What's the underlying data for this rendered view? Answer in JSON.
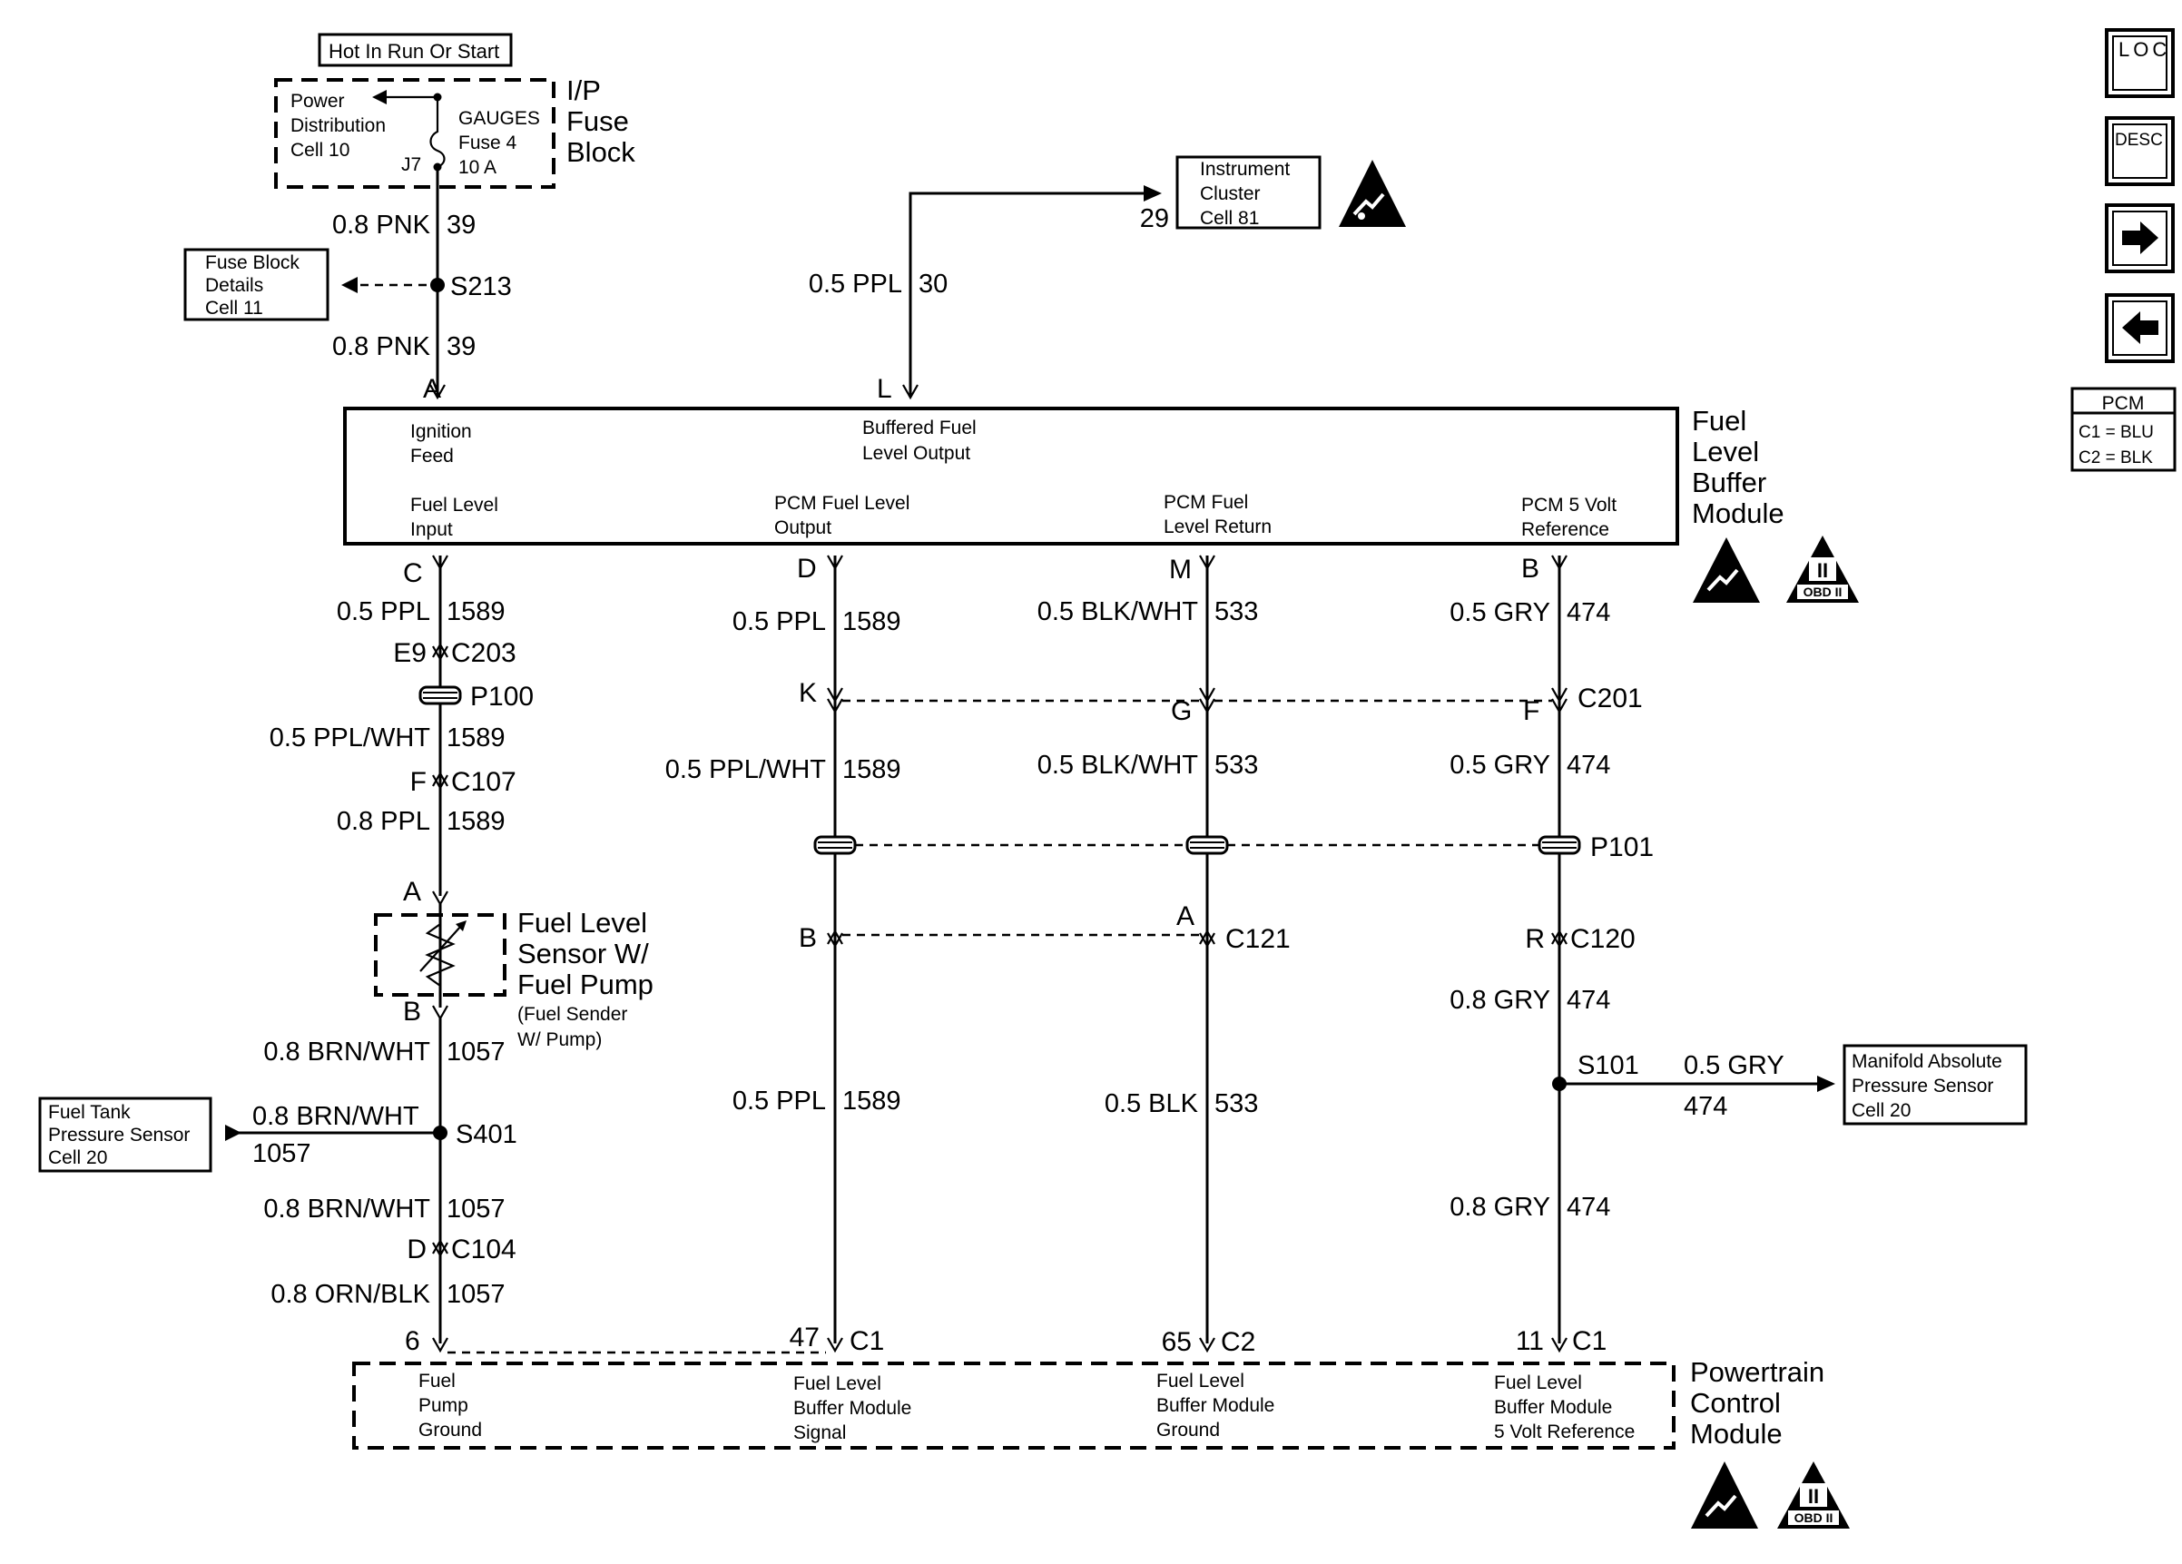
{
  "nav": {
    "loc_button": "LOC",
    "desc_button": "DESC",
    "pcm_legend": {
      "title": "PCM",
      "c1": "C1 = BLU",
      "c2": "C2 = BLK"
    }
  },
  "top": {
    "hot_label": "Hot In Run Or Start",
    "power_dist": [
      "Power",
      "Distribution",
      "Cell 10"
    ],
    "fuse": [
      "GAUGES",
      "Fuse 4",
      "10 A"
    ],
    "fuse_pin": "J7",
    "ip_fuse_block": [
      "I/P",
      "Fuse",
      "Block"
    ],
    "fuse_block_details": [
      "Fuse Block",
      "Details",
      "Cell 11"
    ],
    "splice_s213": "S213",
    "wire_a_top": {
      "gauge": "0.8 PNK",
      "circuit": "39"
    },
    "wire_a_bottom": {
      "gauge": "0.8 PNK",
      "circuit": "39"
    },
    "instrument_cluster": [
      "Instrument",
      "Cluster",
      "Cell 81"
    ],
    "ic_pin": "29",
    "wire_l": {
      "gauge": "0.5 PPL",
      "circuit": "30"
    }
  },
  "buffer_module": {
    "name": [
      "Fuel",
      "Level",
      "Buffer",
      "Module"
    ],
    "pins": {
      "a": "A",
      "l": "L",
      "c": "C",
      "d": "D",
      "m": "M",
      "b": "B"
    },
    "ignition_feed": [
      "Ignition",
      "Feed"
    ],
    "buffered_output": [
      "Buffered Fuel",
      "Level Output"
    ],
    "fuel_level_input": [
      "Fuel Level",
      "Input"
    ],
    "pcm_fuel_level_output": [
      "PCM Fuel Level",
      "Output"
    ],
    "pcm_fuel_level_return": [
      "PCM Fuel",
      "Level Return"
    ],
    "pcm_5v_ref": [
      "PCM 5 Volt",
      "Reference"
    ]
  },
  "col_c": {
    "w1": {
      "gauge": "0.5 PPL",
      "circuit": "1589"
    },
    "c203_pin": "E9",
    "c203": "C203",
    "p100": "P100",
    "w2": {
      "gauge": "0.5 PPL/WHT",
      "circuit": "1589"
    },
    "c107_pin": "F",
    "c107": "C107",
    "w3": {
      "gauge": "0.8 PPL",
      "circuit": "1589"
    },
    "sensor_pin_a": "A",
    "sensor_pin_b": "B",
    "sensor_name": [
      "Fuel Level",
      "Sensor W/",
      "Fuel Pump"
    ],
    "sensor_sub": [
      "(Fuel Sender",
      "W/ Pump)"
    ],
    "w4": {
      "gauge": "0.8 BRN/WHT",
      "circuit": "1057"
    },
    "tank_sensor": [
      "Fuel Tank",
      "Pressure Sensor",
      "Cell 20"
    ],
    "tank_wire": {
      "gauge": "0.8 BRN/WHT",
      "circuit": "1057"
    },
    "s401": "S401",
    "w5": {
      "gauge": "0.8 BRN/WHT",
      "circuit": "1057"
    },
    "c104_pin": "D",
    "c104": "C104",
    "w6": {
      "gauge": "0.8 ORN/BLK",
      "circuit": "1057"
    },
    "pcm_pin": "6"
  },
  "col_d": {
    "w1": {
      "gauge": "0.5 PPL",
      "circuit": "1589"
    },
    "c201_pin": "K",
    "w2": {
      "gauge": "0.5 PPL/WHT",
      "circuit": "1589"
    },
    "c121_pin": "B",
    "w3": {
      "gauge": "0.5 PPL",
      "circuit": "1589"
    },
    "pcm_pin": "47",
    "pcm_conn": "C1"
  },
  "col_m": {
    "w1": {
      "gauge": "0.5 BLK/WHT",
      "circuit": "533"
    },
    "c201_pin": "G",
    "w2": {
      "gauge": "0.5 BLK/WHT",
      "circuit": "533"
    },
    "c121_pin": "A",
    "c121": "C121",
    "w3": {
      "gauge": "0.5 BLK",
      "circuit": "533"
    },
    "pcm_pin": "65",
    "pcm_conn": "C2"
  },
  "col_b": {
    "w1": {
      "gauge": "0.5 GRY",
      "circuit": "474"
    },
    "c201_pin": "F",
    "c201": "C201",
    "w2": {
      "gauge": "0.5 GRY",
      "circuit": "474"
    },
    "p101": "P101",
    "c120_pin": "R",
    "c120": "C120",
    "w3": {
      "gauge": "0.8 GRY",
      "circuit": "474"
    },
    "s101": "S101",
    "map_wire": {
      "gauge": "0.5 GRY",
      "circuit": "474"
    },
    "map_sensor": [
      "Manifold Absolute",
      "Pressure Sensor",
      "Cell 20"
    ],
    "w4": {
      "gauge": "0.8 GRY",
      "circuit": "474"
    },
    "pcm_pin": "11",
    "pcm_conn": "C1"
  },
  "pcm": {
    "name": [
      "Powertrain",
      "Control",
      "Module"
    ],
    "fuel_pump_ground": [
      "Fuel",
      "Pump",
      "Ground"
    ],
    "buffer_signal": [
      "Fuel Level",
      "Buffer Module",
      "Signal"
    ],
    "buffer_ground": [
      "Fuel Level",
      "Buffer Module",
      "Ground"
    ],
    "buffer_5v": [
      "Fuel Level",
      "Buffer Module",
      "5 Volt Reference"
    ]
  },
  "badges": {
    "obd": "OBD II",
    "obd_numeral": "II"
  }
}
